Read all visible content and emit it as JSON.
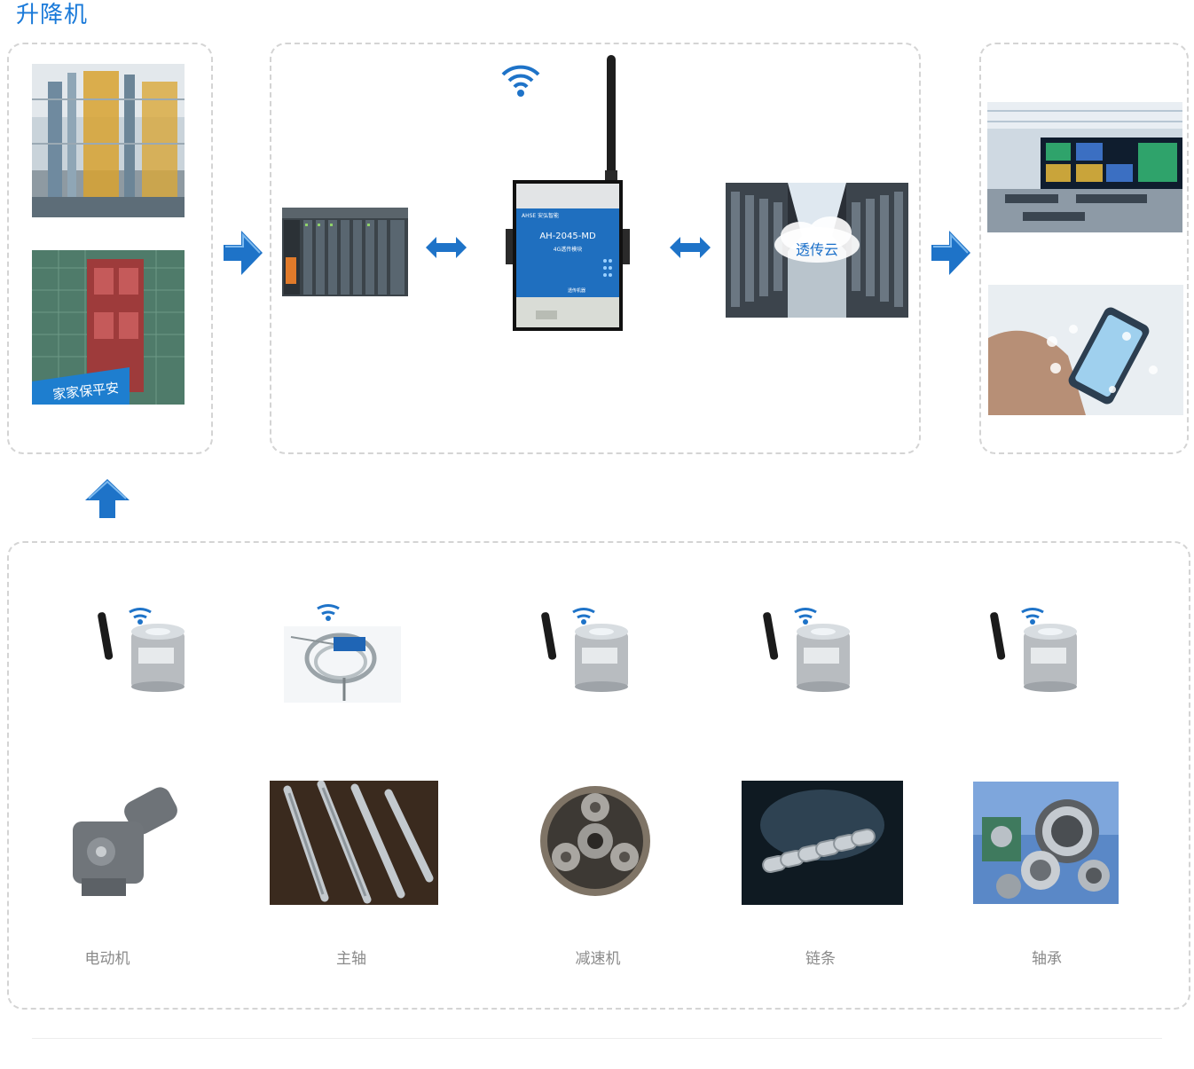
{
  "page": {
    "title": "升降机"
  },
  "cloud": {
    "label": "透传云"
  },
  "device": {
    "brand": "AHSE 安弘智能",
    "model": "AH-2045-MD",
    "subtitle": "4G透传模块",
    "footer": "透传机器"
  },
  "components": [
    {
      "label": "电动机",
      "image": "motor-reducer"
    },
    {
      "label": "主轴",
      "image": "shafts"
    },
    {
      "label": "减速机",
      "image": "planetary-gears"
    },
    {
      "label": "链条",
      "image": "chain"
    },
    {
      "label": "轴承",
      "image": "bearings"
    }
  ],
  "sources": [
    {
      "image": "industrial-lift-photo"
    },
    {
      "image": "construction-hoist-photo"
    }
  ],
  "outputs": [
    {
      "image": "control-room-photo"
    },
    {
      "image": "smartphone-photo"
    }
  ],
  "colors": {
    "accent": "#1a7ad9",
    "arrow": "#1e73c8",
    "border": "#d4d4d4"
  }
}
